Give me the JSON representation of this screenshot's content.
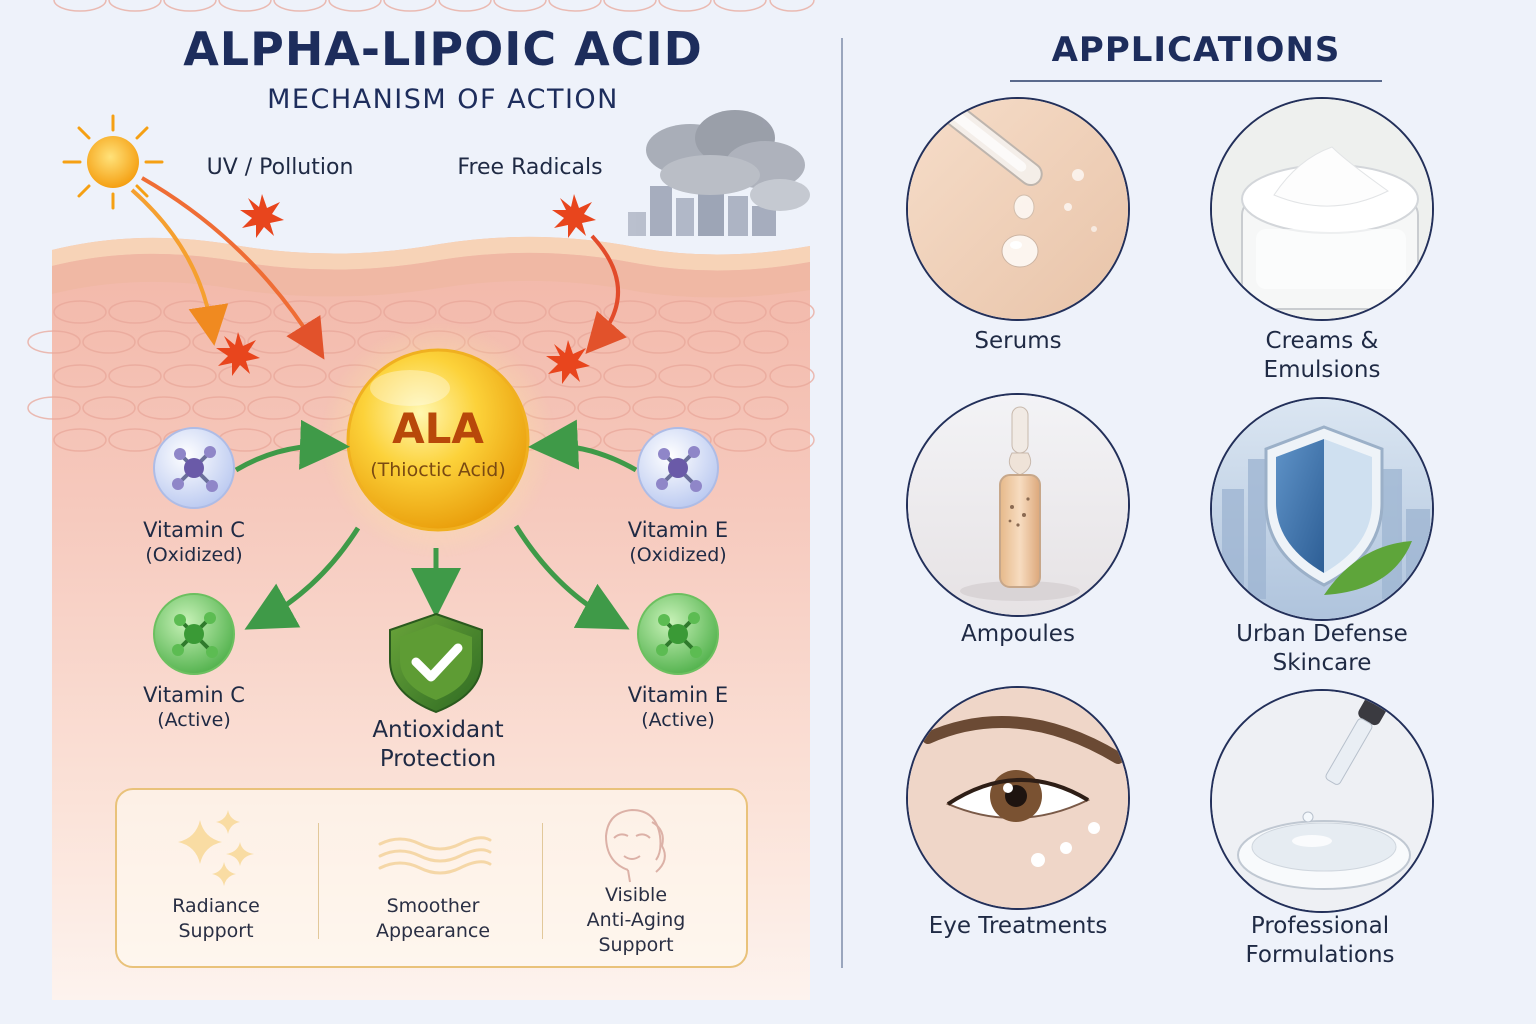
{
  "header": {
    "title": "ALPHA-LIPOIC ACID",
    "subtitle": "MECHANISM OF ACTION"
  },
  "diagram": {
    "stressors": {
      "uv": "UV / Pollution",
      "radicals": "Free Radicals"
    },
    "ala": {
      "name": "ALA",
      "full": "(Thioctic Acid)"
    },
    "molecules": {
      "vitc_ox_1": "Vitamin C",
      "vitc_ox_2": "(Oxidized)",
      "vite_ox_1": "Vitamin E",
      "vite_ox_2": "(Oxidized)",
      "vitc_act_1": "Vitamin C",
      "vitc_act_2": "(Active)",
      "vite_act_1": "Vitamin E",
      "vite_act_2": "(Active)"
    },
    "protection": {
      "line1": "Antioxidant",
      "line2": "Protection"
    },
    "benefits": [
      {
        "line1": "Radiance",
        "line2": "Support",
        "line3": "",
        "icon": "sparkle-icon"
      },
      {
        "line1": "Smoother",
        "line2": "Appearance",
        "line3": "",
        "icon": "waves-icon"
      },
      {
        "line1": "Visible",
        "line2": "Anti-Aging",
        "line3": "Support",
        "icon": "face-icon"
      }
    ],
    "colors": {
      "radical": "#e8451d",
      "arrow_green": "#3f9a48",
      "ala_gold": "#f5b414",
      "title_navy": "#1d2d5c"
    }
  },
  "applications": {
    "title": "APPLICATIONS",
    "items": [
      {
        "line1": "Serums",
        "line2": "",
        "icon": "dropper-icon"
      },
      {
        "line1": "Creams &",
        "line2": "Emulsions",
        "icon": "cream-jar-icon"
      },
      {
        "line1": "Ampoules",
        "line2": "",
        "icon": "ampoule-icon"
      },
      {
        "line1": "Urban Defense",
        "line2": "Skincare",
        "icon": "shield-icon"
      },
      {
        "line1": "Eye Treatments",
        "line2": "",
        "icon": "eye-icon"
      },
      {
        "line1": "Professional",
        "line2": "Formulations",
        "icon": "petri-dish-icon"
      }
    ]
  }
}
